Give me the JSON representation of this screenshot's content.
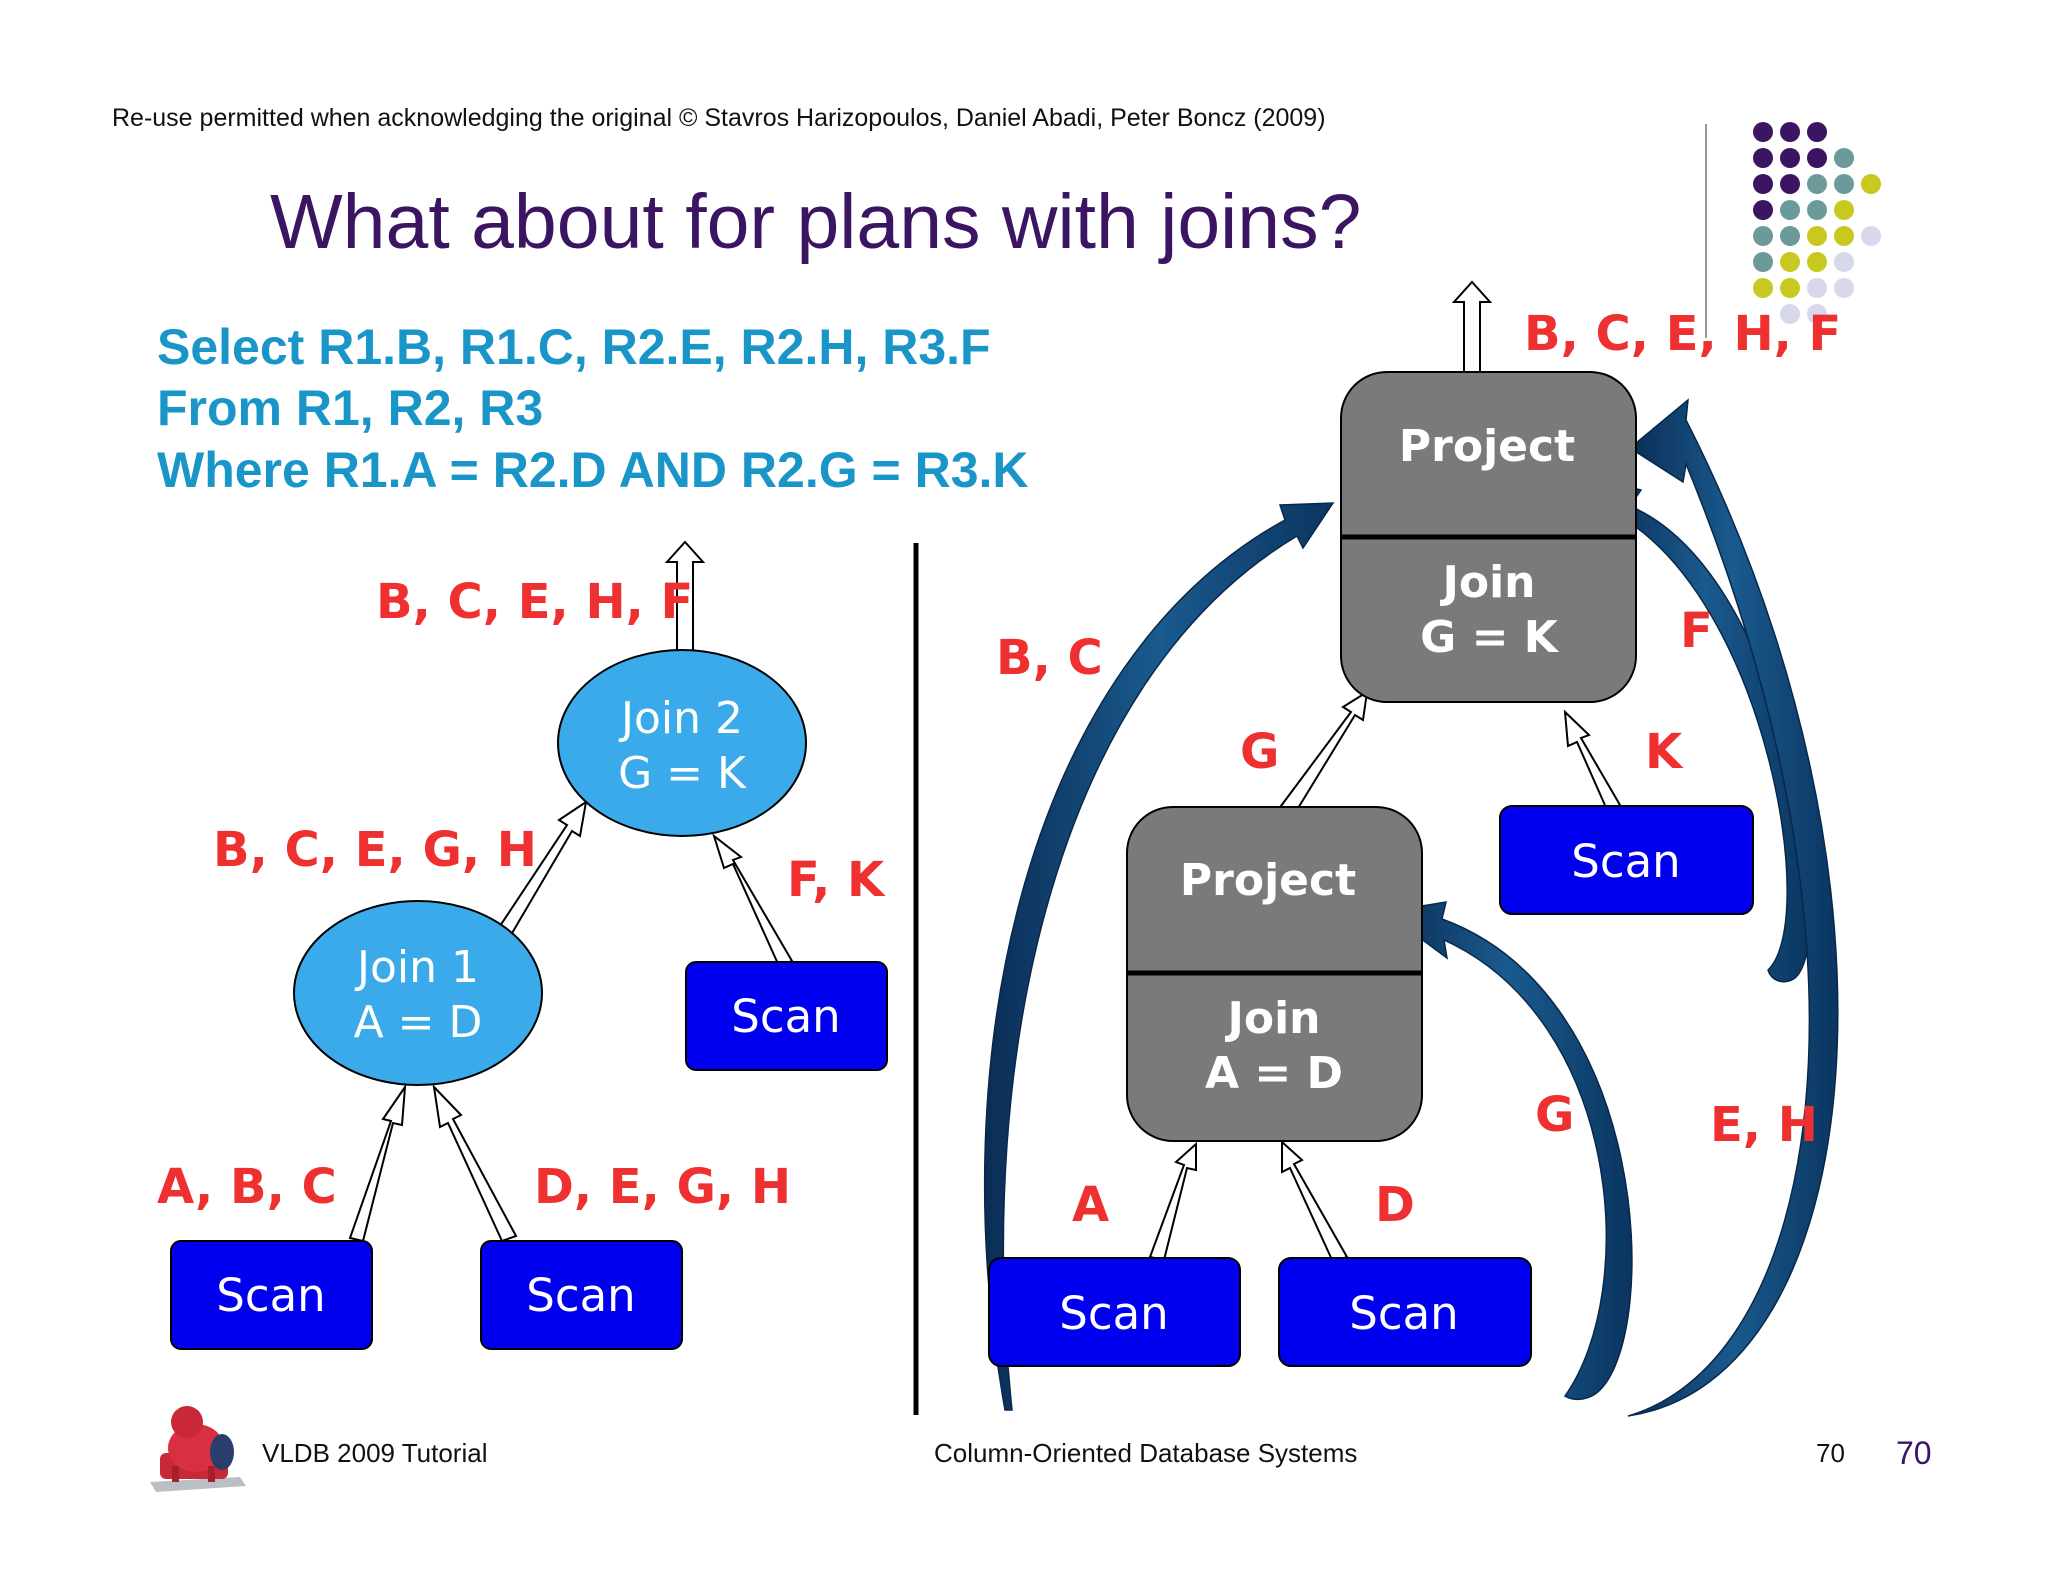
{
  "copyright": "Re-use permitted when acknowledging the original © Stavros Harizopoulos, Daniel Abadi, Peter Boncz (2009)",
  "title": "What about for plans with joins?",
  "query": {
    "select": "Select R1.B, R1.C, R2.E, R2.H, R3.F",
    "from": "From R1, R2, R3",
    "where": "Where R1.A = R2.D AND R2.G = R3.K"
  },
  "left_plan": {
    "join1": {
      "line1": "Join 1",
      "line2": "A = D"
    },
    "join2": {
      "line1": "Join 2",
      "line2": "G = K"
    },
    "scan_r1": "Scan",
    "scan_r2": "Scan",
    "scan_r3": "Scan",
    "labels": {
      "output": "B, C, E, H, F",
      "join1_out": "B, C, E, G, H",
      "r3_cols": "F, K",
      "r1_cols": "A, B, C",
      "r2_cols": "D, E, G, H"
    }
  },
  "right_plan": {
    "top_box": {
      "project": "Project",
      "join": "Join",
      "cond": "G = K"
    },
    "mid_box": {
      "project": "Project",
      "join": "Join",
      "cond": "A = D"
    },
    "scan_r1": "Scan",
    "scan_r2": "Scan",
    "scan_r3": "Scan",
    "labels": {
      "output": "B, C, E, H, F",
      "bc": "B, C",
      "f": "F",
      "g_top": "G",
      "k": "K",
      "g_low": "G",
      "eh": "E, H",
      "a": "A",
      "d": "D"
    }
  },
  "footer": {
    "venue": "VLDB 2009 Tutorial",
    "course": "Column-Oriented Database Systems",
    "page_small": "70",
    "page_large": "70"
  },
  "icons": [
    "lion-logo-icon",
    "dot-grid-decoration-icon"
  ],
  "colors": {
    "title": "#3b1462",
    "query": "#1a95c8",
    "label_red": "#ee3030",
    "scan_fill": "#0000ee",
    "join_oval": "#3aaaea",
    "box_gray": "#7a7a7a",
    "curve_arrow": "#0c3f6e"
  }
}
